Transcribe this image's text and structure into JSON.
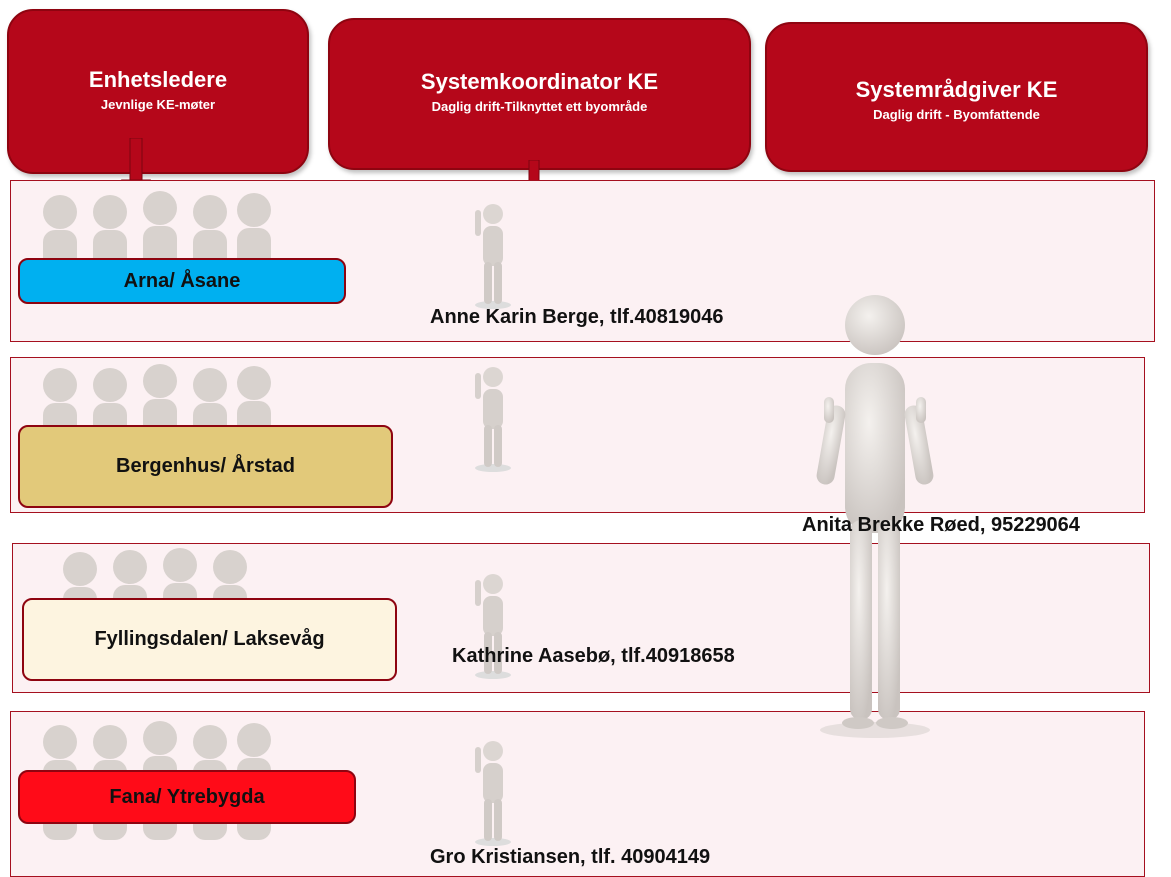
{
  "headers": [
    {
      "title": "Enhetsledere",
      "subtitle": "Jevnlige KE-møter"
    },
    {
      "title": "Systemkoordinator KE",
      "subtitle": "Daglig drift-Tilknyttet ett byområde"
    },
    {
      "title": "Systemrådgiver KE",
      "subtitle": "Daglig drift - Byomfattende"
    }
  ],
  "rows": [
    {
      "area": "Arna/ Åsane",
      "color": "#00b0f0",
      "coordinator": "Anne Karin Berge, tlf.40819046"
    },
    {
      "area": "Bergenhus/ Årstad",
      "color": "#e2c97a",
      "coordinator": ""
    },
    {
      "area": "Fyllingsdalen/ Laksevåg",
      "color": "#fdf4e0",
      "coordinator": "Kathrine Aasebø, tlf.40918658"
    },
    {
      "area": "Fana/ Ytrebygda",
      "color": "#ff0b18",
      "coordinator": "Gro Kristiansen, tlf. 40904149"
    }
  ],
  "advisor": "Anita Brekke Røed, 95229064",
  "colors": {
    "header_red": "#b5071a",
    "row_bg": "#fcf1f3",
    "border": "#a5101f"
  }
}
